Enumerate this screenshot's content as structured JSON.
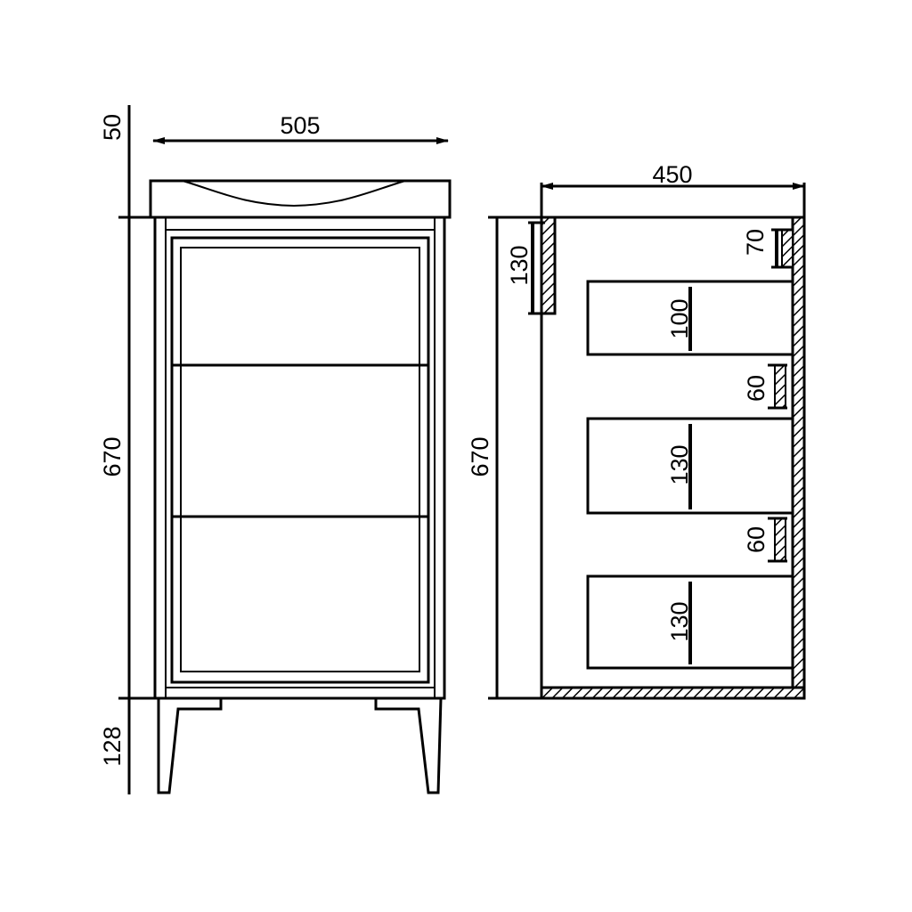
{
  "front_view": {
    "dim_top_thickness": "50",
    "dim_width": "505",
    "dim_body_height": "670",
    "dim_leg_height": "128"
  },
  "side_view": {
    "dim_depth": "450",
    "dim_body_height": "670",
    "dim_back_notch": "130",
    "dim_top_gap": "70",
    "dim_drawer1": "100",
    "dim_gap1": "60",
    "dim_drawer2": "130",
    "dim_gap2": "60",
    "dim_drawer3": "130"
  }
}
